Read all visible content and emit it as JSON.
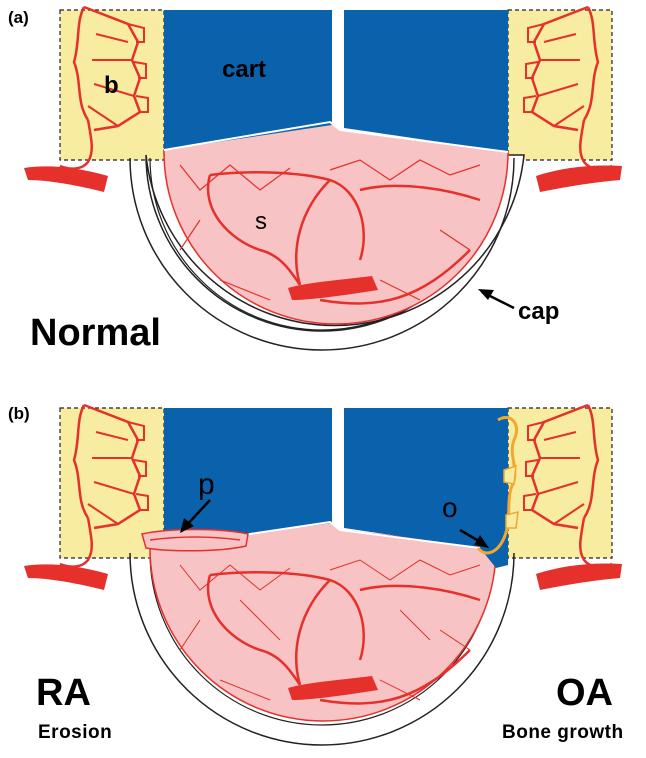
{
  "panels": {
    "a": {
      "label": "(a)",
      "labels": {
        "b": "b",
        "cart": "cart",
        "s": "s",
        "cap": "cap",
        "condition": "Normal"
      }
    },
    "b": {
      "label": "(b)",
      "labels": {
        "p": "p",
        "o": "o"
      },
      "left": {
        "condition": "RA",
        "subtitle": "Erosion"
      },
      "right": {
        "condition": "OA",
        "subtitle": "Bone growth"
      }
    }
  },
  "colors": {
    "bone": "#f7eca0",
    "cartilage": "#0a62ad",
    "synovium": "#f7c3c4",
    "vessel": "#e5302b",
    "osteophyte": "#f0a830"
  }
}
